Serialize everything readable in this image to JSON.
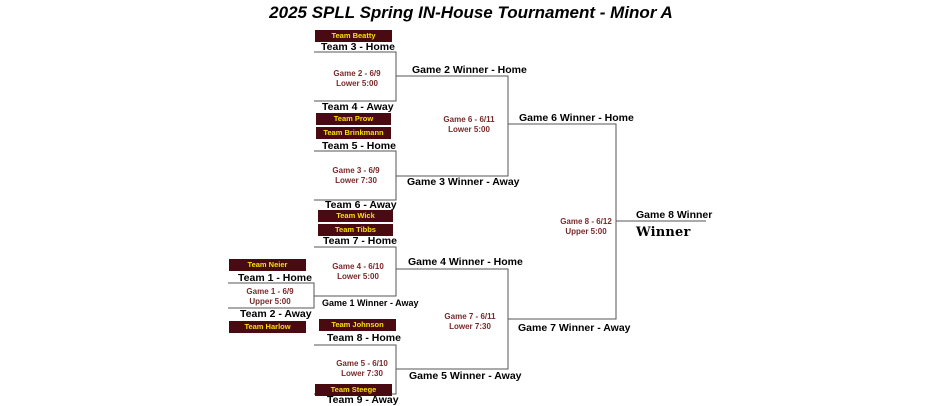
{
  "title": "2025 SPLL Spring IN-House Tournament - Minor A",
  "teams": {
    "beatty": "Team Beatty",
    "prow": "Team Prow",
    "brinkmann": "Team Brinkmann",
    "wick": "Team Wick",
    "tibbs": "Team Tibbs",
    "neier": "Team Neier",
    "harlow": "Team Harlow",
    "johnson": "Team Johnson",
    "steege": "Team Steege"
  },
  "slots": {
    "team3_home": "Team 3 - Home",
    "team4_away": "Team 4 - Away",
    "team5_home": "Team 5 - Home",
    "team6_away": "Team 6 - Away",
    "team7_home": "Team 7 - Home",
    "team1_home": "Team 1 - Home",
    "team2_away": "Team 2 - Away",
    "team8_home": "Team 8 - Home",
    "team9_away": "Team 9 - Away",
    "g2_winner_home": "Game 2 Winner - Home",
    "g3_winner_away": "Game 3 Winner - Away",
    "g4_winner_home": "Game 4 Winner - Home",
    "g1_winner_away": "Game 1 Winner - Away",
    "g5_winner_away": "Game 5 Winner - Away",
    "g6_winner_home": "Game 6 Winner - Home",
    "g7_winner_away": "Game 7 Winner - Away",
    "g8_winner": "Game 8 Winner"
  },
  "games": {
    "g1": {
      "line1": "Game 1 - 6/9",
      "line2": "Upper 5:00"
    },
    "g2": {
      "line1": "Game 2 - 6/9",
      "line2": "Lower 5:00"
    },
    "g3": {
      "line1": "Game 3 - 6/9",
      "line2": "Lower 7:30"
    },
    "g4": {
      "line1": "Game 4 - 6/10",
      "line2": "Lower 5:00"
    },
    "g5": {
      "line1": "Game 5 - 6/10",
      "line2": "Lower 7:30"
    },
    "g6": {
      "line1": "Game 6 - 6/11",
      "line2": "Lower 5:00"
    },
    "g7": {
      "line1": "Game 7 - 6/11",
      "line2": "Lower 7:30"
    },
    "g8": {
      "line1": "Game 8 - 6/12",
      "line2": "Upper 5:00"
    }
  },
  "winner_label": "Winner",
  "colors": {
    "badge_bg": "#4a0a12",
    "badge_text": "#f7e000",
    "game_text": "#7a2a2a",
    "line": "#555555"
  }
}
